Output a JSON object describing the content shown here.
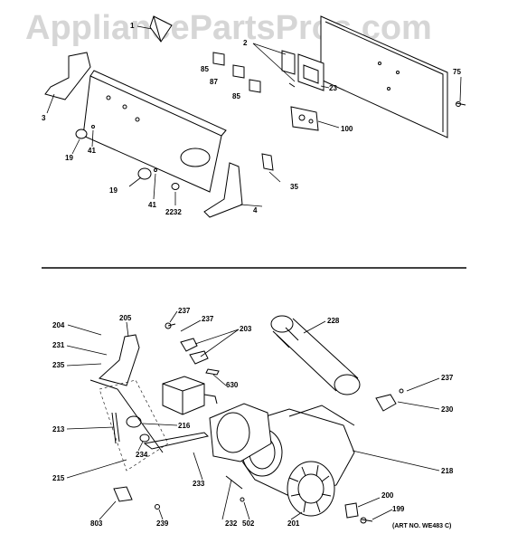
{
  "watermark": "AppliancePartsPros.com",
  "art_number": "(ART NO. WE483 C)",
  "top_section": {
    "labels": [
      "1",
      "2",
      "3",
      "4",
      "19",
      "19",
      "23",
      "35",
      "41",
      "41",
      "75",
      "85",
      "85",
      "87",
      "100",
      "2232"
    ]
  },
  "bottom_section": {
    "labels": [
      "199",
      "200",
      "201",
      "203",
      "204",
      "205",
      "213",
      "215",
      "216",
      "218",
      "228",
      "230",
      "231",
      "232",
      "233",
      "234",
      "235",
      "237",
      "237",
      "237",
      "239",
      "502",
      "630",
      "803"
    ]
  }
}
